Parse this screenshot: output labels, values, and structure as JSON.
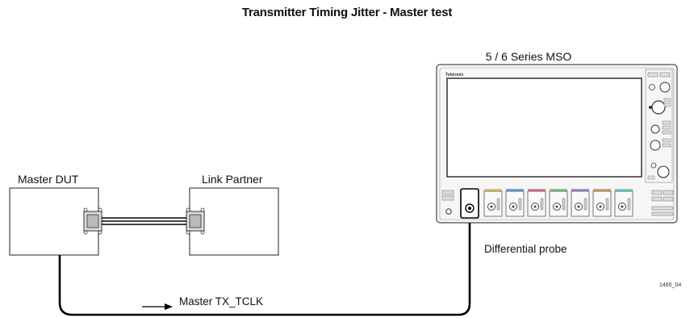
{
  "title": "Transmitter Timing Jitter - Master test",
  "oscilloscope": {
    "label": "5 / 6 Series MSO",
    "brand_text": "Tektronix"
  },
  "devices": {
    "master_label": "Master DUT",
    "partner_label": "Link Partner"
  },
  "probe_label": "Differential probe",
  "signal_label": "Master TX_TCLK",
  "figure_id": "1460_04",
  "colors": {
    "line": "#000000",
    "box_border": "#222222",
    "scope_body": "#f6f6f6",
    "screen": "#ffffff",
    "channel_colors": [
      "#d8c96a",
      "#6aa8d8",
      "#d87a9a",
      "#8ac48a",
      "#a98ad8",
      "#d8a66a",
      "#6ad8c8",
      "#b0b0b0"
    ]
  }
}
